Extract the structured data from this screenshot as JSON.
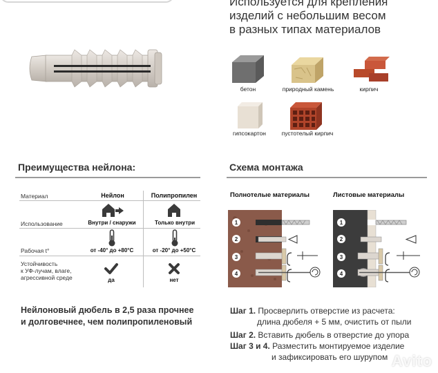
{
  "headline": {
    "line1": "Используется для крепления",
    "line2": "изделий с небольшим весом",
    "line3": "в разных типах материалов"
  },
  "materials": [
    {
      "label": "бетон",
      "color": "#6f6f6f"
    },
    {
      "label": "природный камень",
      "color": "#d9c38a"
    },
    {
      "label": "кирпич",
      "color": "#b84a2a"
    },
    {
      "label": "гипсокартон",
      "color": "#e8e0d4"
    },
    {
      "label": "пустотелый кирпич",
      "color": "#b0442a"
    }
  ],
  "advantages": {
    "title": "Преимущества нейлона:",
    "col_material": "Материал",
    "col_nylon": "Нейлон",
    "col_pp": "Полипропилен",
    "rows": [
      {
        "label": "Использование",
        "nylon": "Внутри / снаружи",
        "pp": "Только внутри"
      },
      {
        "label": "Рабочая t°",
        "nylon": "от -40° до +80°C",
        "pp": "от -20° до +50°C"
      },
      {
        "label": "Устойчивость\nк УФ-лучам, влаге,\nагрессивной среде",
        "nylon": "да",
        "pp": "нет"
      }
    ],
    "summary_line1": "Нейлоновый дюбель в 2,5 раза прочнее",
    "summary_line2": "и долговечнее, чем полипропиленовый"
  },
  "scheme": {
    "title": "Схема монтажа",
    "solid_title": "Полнотелые материалы",
    "sheet_title": "Листовые материалы",
    "step_numbers": [
      "1",
      "2",
      "3",
      "4"
    ]
  },
  "steps": [
    {
      "name": "Шаг 1.",
      "text": "Просверлить отверстие из расчета:"
    },
    {
      "name": "",
      "text": "длина дюбеля + 5 мм, очистить от пыли"
    },
    {
      "name": "Шаг 2.",
      "text": "Вставить дюбель в отверстие до упора"
    },
    {
      "name": "Шаг 3 и 4.",
      "text": "Разместить монтируемое изделие"
    },
    {
      "name": "",
      "text": "и зафиксировать его шурупом"
    }
  ],
  "watermark": "Avito",
  "colors": {
    "brick": "#8a5a4a",
    "dowel": "#dcd6cf",
    "dark_panel": "#3c3c3c",
    "wood": "#d9c9a8"
  }
}
